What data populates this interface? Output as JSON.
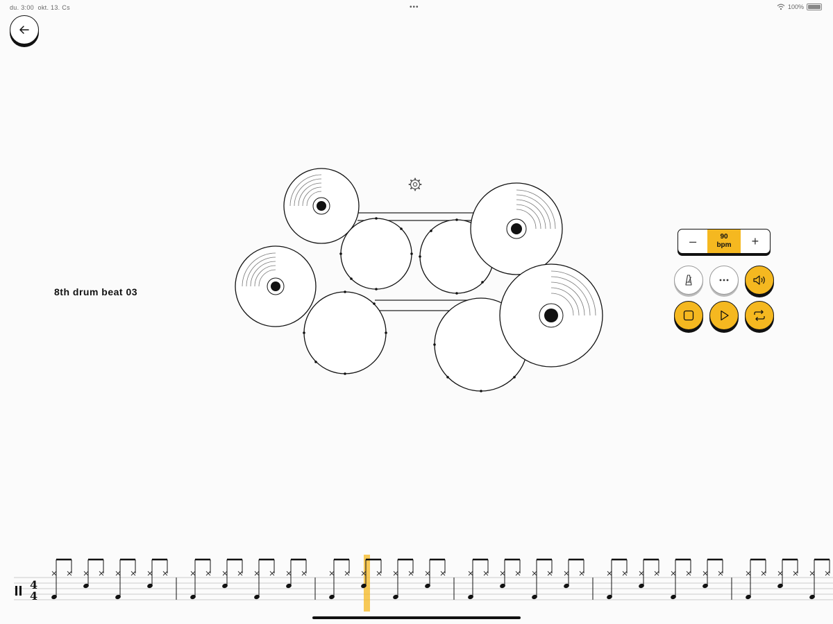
{
  "status_bar": {
    "time": "du. 3:00",
    "date": "okt. 13. Cs",
    "dots": "•••",
    "battery": "100%",
    "wifi_icon": "wifi-icon",
    "battery_icon": "battery-icon"
  },
  "header": {
    "back_icon": "arrow-left-icon"
  },
  "lesson": {
    "title": "8th drum beat 03"
  },
  "tempo": {
    "value": "90",
    "unit": "bpm",
    "minus_label": "–",
    "plus_label": "+"
  },
  "controls": {
    "row1": [
      "metronome-icon",
      "more-icon",
      "speaker-icon"
    ],
    "row2": [
      "stop-icon",
      "play-icon",
      "repeat-icon"
    ]
  },
  "colors": {
    "accent": "#f5b820",
    "ink": "#111111",
    "background": "#fbfbfb"
  },
  "notation": {
    "time_signature_top": "4",
    "time_signature_bottom": "4",
    "measures": 6,
    "playhead_measure": 3,
    "playhead_beat": 2
  }
}
